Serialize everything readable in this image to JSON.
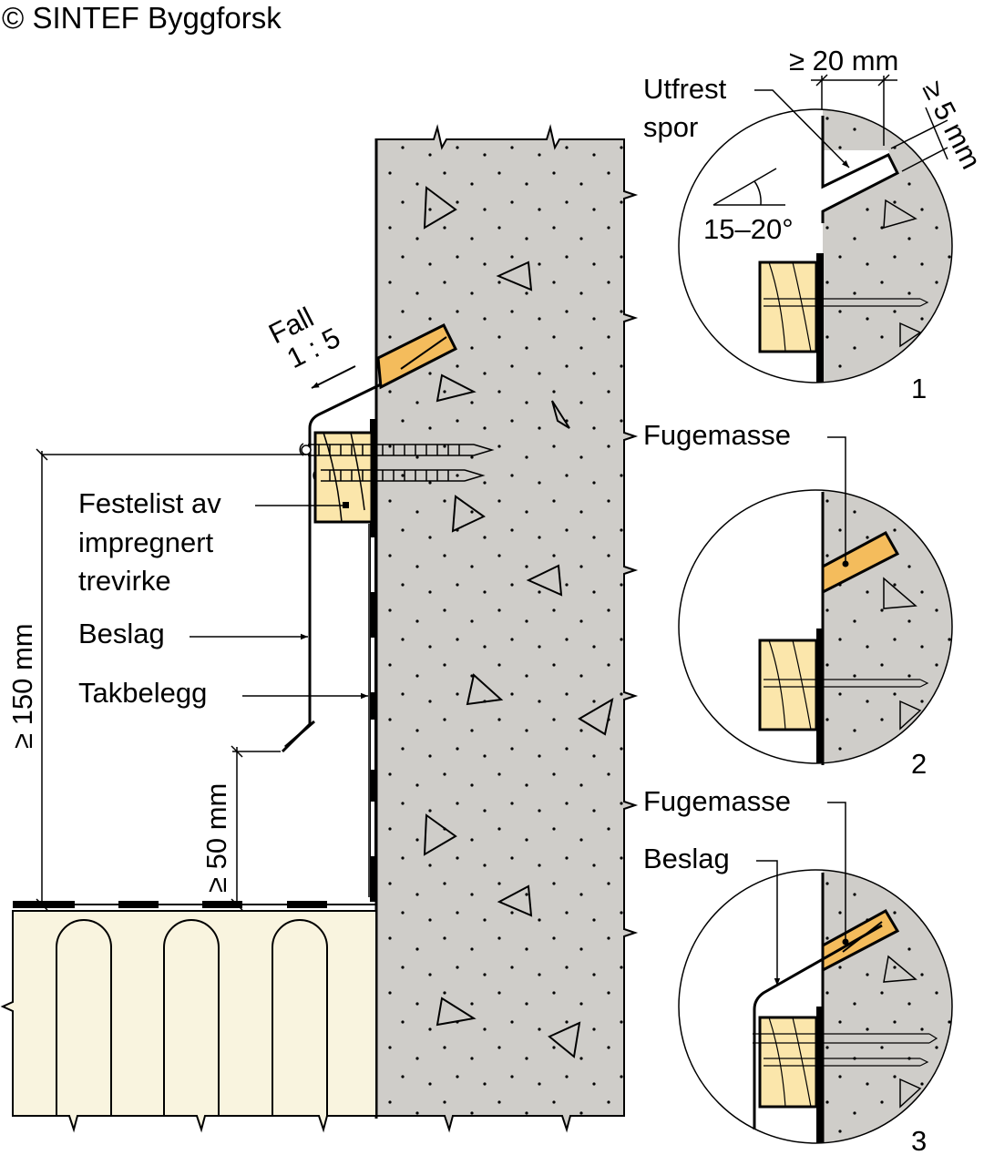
{
  "copyright": "© SINTEF Byggforsk",
  "labels": {
    "fall": "Fall",
    "fall_ratio": "1 : 5",
    "festelist_line1": "Festelist av",
    "festelist_line2": "impregnert",
    "festelist_line3": "trevirke",
    "beslag": "Beslag",
    "takbelegg": "Takbelegg",
    "dim_150": "≥ 150 mm",
    "dim_50": "≥ 50 mm"
  },
  "details": [
    {
      "number": "1",
      "labels": {
        "utfrest_line1": "Utfrest",
        "utfrest_line2": "spor",
        "dim_20": "≥ 20 mm",
        "dim_5": "≥ 5 mm",
        "angle": "15–20°"
      }
    },
    {
      "number": "2",
      "labels": {
        "fugemasse": "Fugemasse"
      }
    },
    {
      "number": "3",
      "labels": {
        "fugemasse": "Fugemasse",
        "beslag": "Beslag"
      }
    }
  ],
  "colors": {
    "concrete": "#cfcdc9",
    "insulation": "#f9f4df",
    "wood": "#fbe6ab",
    "sealant": "#f4bc5c"
  }
}
